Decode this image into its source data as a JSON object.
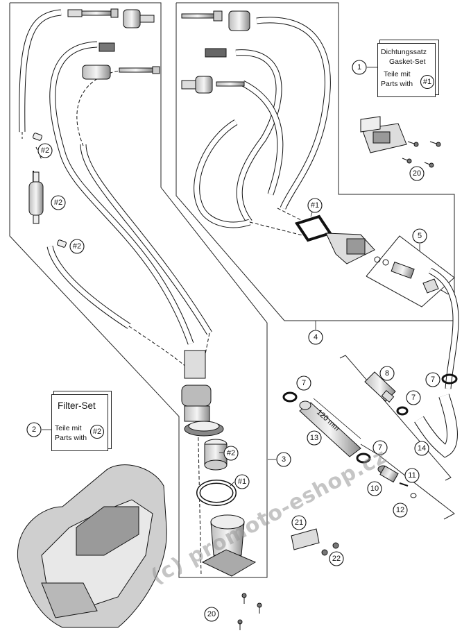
{
  "callouts": {
    "c1": "1",
    "c2": "2",
    "c3": "3",
    "c4": "4",
    "c5": "5",
    "c7a": "7",
    "c7b": "7",
    "c7c": "7",
    "c7d": "7",
    "c8": "8",
    "c10": "10",
    "c11": "11",
    "c12": "12",
    "c13": "13",
    "c14": "14",
    "c20a": "20",
    "c20b": "20",
    "c21": "21",
    "c22": "22",
    "r1a": "#1",
    "r1b": "#1",
    "r1c": "#1",
    "r2a": "#2",
    "r2b": "#2",
    "r2c": "#2",
    "r2d": "#2",
    "r2e": "#2"
  },
  "gasket_box": {
    "title_de": "Dichtungssatz",
    "title_en": "Gasket-Set",
    "parts_de": "Teile mit",
    "parts_en": "Parts with"
  },
  "filter_box": {
    "title": "Filter-Set",
    "parts_de": "Teile mit",
    "parts_en": "Parts with"
  },
  "dimension": "120 mm",
  "watermark": "(c) promoto-eshop.cz",
  "colors": {
    "line": "#111111",
    "part_fill": "#f2f2f2",
    "part_shade": "#9a9a9a",
    "watermark": "#969696"
  }
}
